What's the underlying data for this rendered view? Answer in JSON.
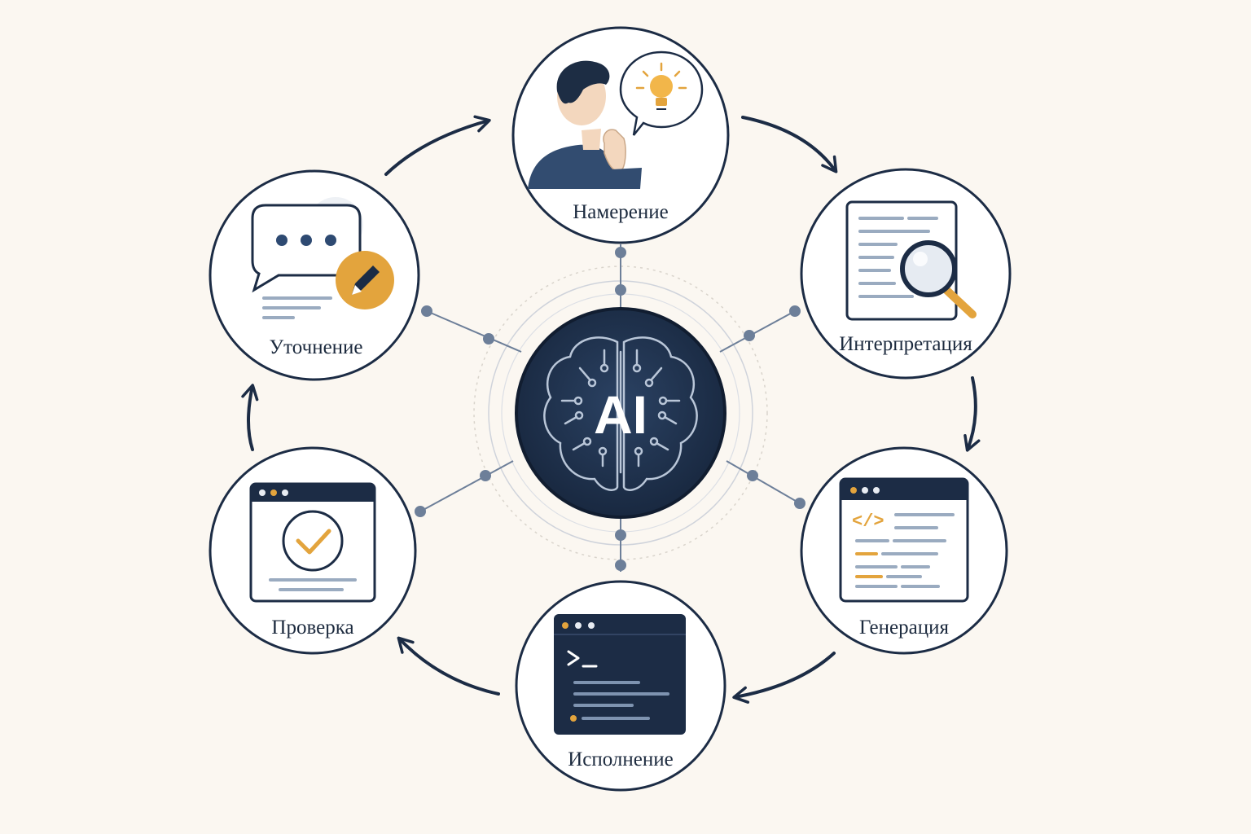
{
  "center": {
    "label": "AI"
  },
  "nodes": [
    {
      "id": "intent",
      "label": "Намерение",
      "icon": "thinking-person-lightbulb-icon"
    },
    {
      "id": "interpretation",
      "label": "Интерпретация",
      "icon": "document-magnifier-icon"
    },
    {
      "id": "generation",
      "label": "Генерация",
      "icon": "code-window-icon"
    },
    {
      "id": "execution",
      "label": "Исполнение",
      "icon": "terminal-window-icon"
    },
    {
      "id": "verification",
      "label": "Проверка",
      "icon": "checkmark-window-icon"
    },
    {
      "id": "refinement",
      "label": "Уточнение",
      "icon": "chat-bubble-pencil-icon"
    }
  ],
  "colors": {
    "background": "#fbf7f1",
    "navy": "#1c2c45",
    "accent": "#e3a43d",
    "muted_blue": "#6d7f99"
  }
}
